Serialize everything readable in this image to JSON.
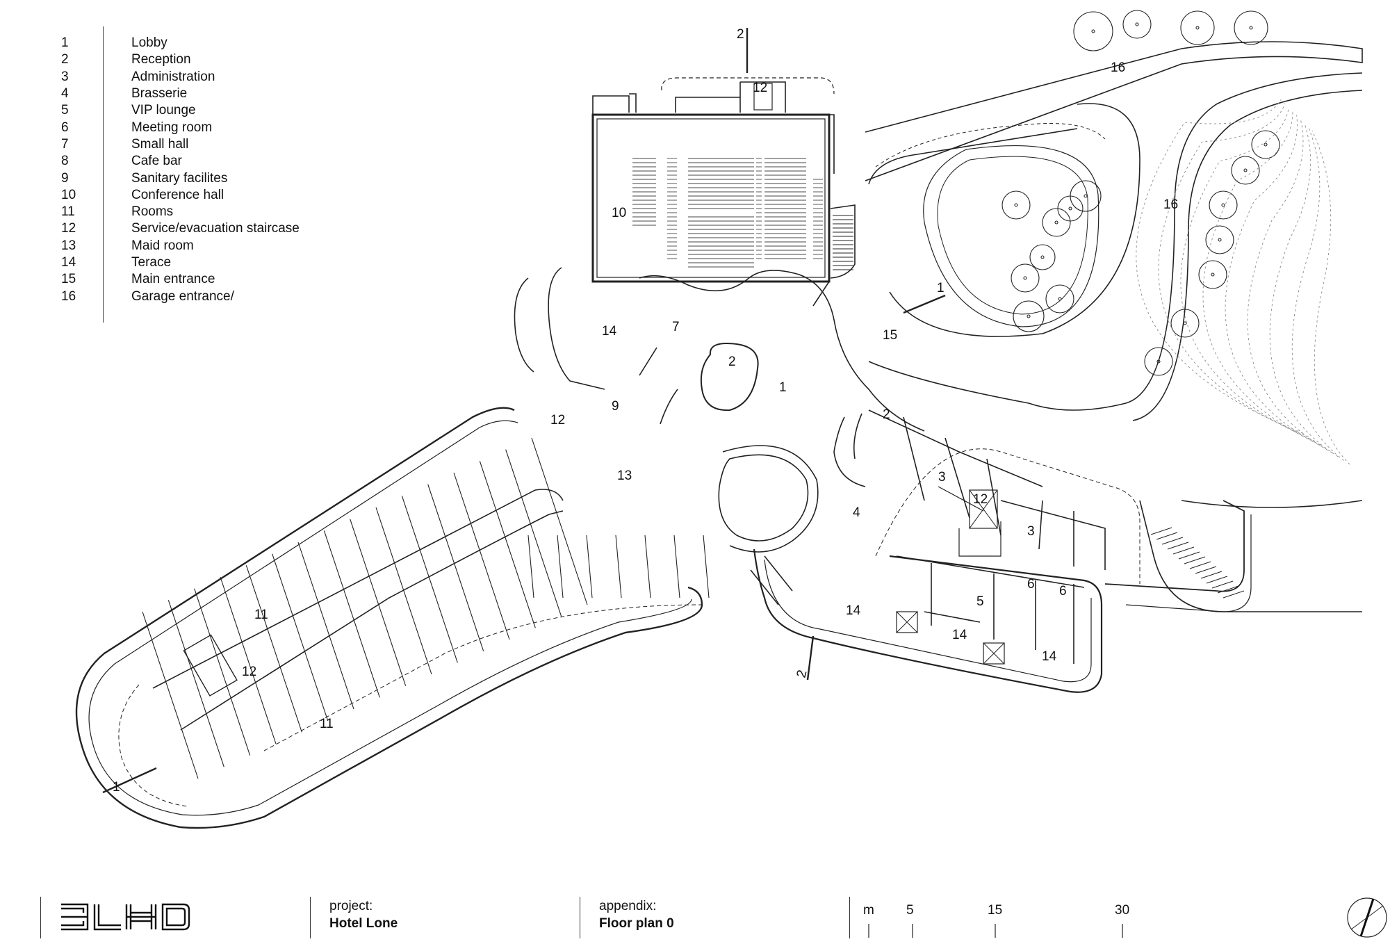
{
  "legend": [
    {
      "num": "1",
      "label": "Lobby"
    },
    {
      "num": "2",
      "label": "Reception"
    },
    {
      "num": "3",
      "label": "Administration"
    },
    {
      "num": "4",
      "label": "Brasserie"
    },
    {
      "num": "5",
      "label": "VIP lounge"
    },
    {
      "num": "6",
      "label": "Meeting room"
    },
    {
      "num": "7",
      "label": "Small hall"
    },
    {
      "num": "8",
      "label": "Cafe bar"
    },
    {
      "num": "9",
      "label": "Sanitary facilites"
    },
    {
      "num": "10",
      "label": "Conference hall"
    },
    {
      "num": "11",
      "label": "Rooms"
    },
    {
      "num": "12",
      "label": "Service/evacuation staircase"
    },
    {
      "num": "13",
      "label": "Maid room"
    },
    {
      "num": "14",
      "label": "Terace"
    },
    {
      "num": "15",
      "label": "Main entrance"
    },
    {
      "num": "16",
      "label": "Garage entrance/"
    }
  ],
  "plan_labels": {
    "section_top": "2",
    "staircase_top": "12",
    "conference_hall": "10",
    "small_hall": "7",
    "terrace_small_hall": "14",
    "reception_stair": "2",
    "lobby": "1",
    "main_entrance": "15",
    "section_entrance": "1",
    "garage_top": "16",
    "garage_right": "16",
    "reception_east": "2",
    "sanitary": "9",
    "staircase_mid": "12",
    "maid_room": "13",
    "administration_a": "3",
    "staircase_east": "12",
    "administration_b": "3",
    "brasserie": "4",
    "meeting_room_a": "6",
    "meeting_room_b": "6",
    "vip_lounge": "5",
    "terrace_brasserie": "14",
    "terrace_vip": "14",
    "terrace_meeting": "14",
    "section_bottom": "2",
    "rooms_upper": "11",
    "staircase_west": "12",
    "rooms_lower": "11",
    "section_west": "1"
  },
  "titleblock": {
    "logo": "3LHD",
    "project_label": "project:",
    "project_value": "Hotel Lone",
    "appendix_label": "appendix:",
    "appendix_value": "Floor plan 0",
    "scale_unit": "m",
    "scale_marks": [
      "5",
      "15",
      "30"
    ]
  }
}
